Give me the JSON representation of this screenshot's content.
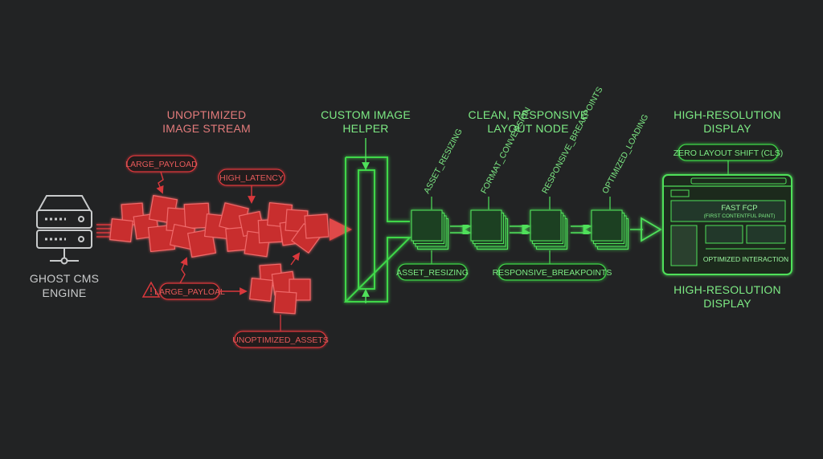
{
  "source": {
    "label_line1": "GHOST CMS",
    "label_line2": "ENGINE"
  },
  "unoptimized": {
    "heading_line1": "UNOPTIMIZED",
    "heading_line2": "IMAGE STREAM",
    "tag_large_payload_top": "LARGE_PAYLOAD",
    "tag_high_latency": "HIGH_LATENCY",
    "tag_large_payload_bottom": "LARGE_PAYLOAL",
    "tag_unoptimized_assets": "UNOPTIMIZED_ASSETS"
  },
  "helper": {
    "heading_line1": "CUSTOM IMAGE",
    "heading_line2": "HELPER"
  },
  "layout_node": {
    "heading_line1": "CLEAN, RESPONSIVE",
    "heading_line2": "LAYOUT NODE",
    "stage_labels": [
      "ASSET_RESIZING",
      "FORMAT_CONVERSION",
      "RESPONSIVE_BREAKPOINTS",
      "OPTIMIZED_LOADING"
    ],
    "tag_asset_resizing": "ASSET_RESIZING",
    "tag_responsive_breakpoints": "RESPONSIVE_BREAKPOINTS"
  },
  "display": {
    "heading_top_line1": "HIGH-RESOLUTION",
    "heading_top_line2": "DISPLAY",
    "tag_zero_shift": "ZERO LAYOUT SHIFT (CLS)",
    "fcp_title": "FAST FCP",
    "fcp_subtitle": "(FIRST CONTENTFUL PAINT)",
    "interaction_label": "OPTIMIZED INTERACTION",
    "heading_bottom_line1": "HIGH-RESOLUTION",
    "heading_bottom_line2": "DISPLAY"
  },
  "colors": {
    "background": "#222324",
    "red": "#d9383c",
    "green": "#3fd64a"
  }
}
